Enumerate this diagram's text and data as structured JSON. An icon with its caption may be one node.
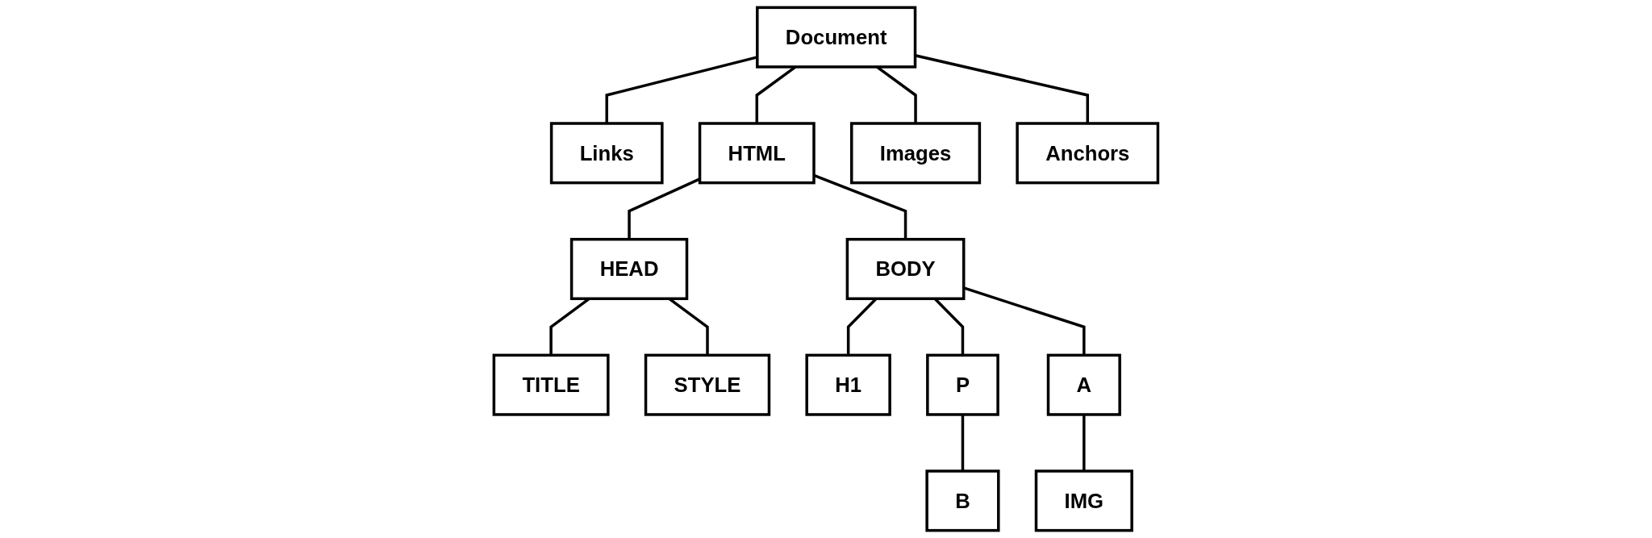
{
  "diagram": {
    "nodes": [
      {
        "text": [
          "Document"
        ]
      },
      {
        "text": [
          "Links"
        ]
      },
      {
        "text": [
          "HTML"
        ]
      },
      {
        "text": [
          "HEAD"
        ]
      },
      {
        "text": [
          "BODY"
        ]
      },
      {
        "text": [
          "Images"
        ]
      },
      {
        "text": [
          "Anchors"
        ]
      },
      {
        "text": [
          "TITLE"
        ]
      },
      {
        "text": [
          "STYLE"
        ]
      },
      {
        "text": [
          "H1"
        ]
      },
      {
        "text": [
          "P"
        ]
      },
      {
        "text": [
          "A"
        ]
      },
      {
        "text": [
          "B"
        ]
      },
      {
        "text": [
          "IMG"
        ]
      }
    ],
    "edges": [
      {
        "from": 0,
        "to": 1,
        "arrow": "none"
      },
      {
        "from": 0,
        "to": 2,
        "arrow": "none"
      },
      {
        "from": 0,
        "to": 5,
        "arrow": "none"
      },
      {
        "from": 0,
        "to": 6,
        "arrow": "none"
      },
      {
        "from": 2,
        "to": 3,
        "arrow": "none"
      },
      {
        "from": 2,
        "to": 4,
        "arrow": "none"
      },
      {
        "from": 3,
        "to": 7,
        "arrow": "none"
      },
      {
        "from": 3,
        "to": 8,
        "arrow": "none"
      },
      {
        "from": 4,
        "to": 9,
        "arrow": "none"
      },
      {
        "from": 4,
        "to": 10,
        "arrow": "none"
      },
      {
        "from": 4,
        "to": 11,
        "arrow": "none"
      },
      {
        "from": 10,
        "to": 12,
        "arrow": "none"
      },
      {
        "from": 11,
        "to": 13,
        "arrow": "none"
      }
    ]
  }
}
